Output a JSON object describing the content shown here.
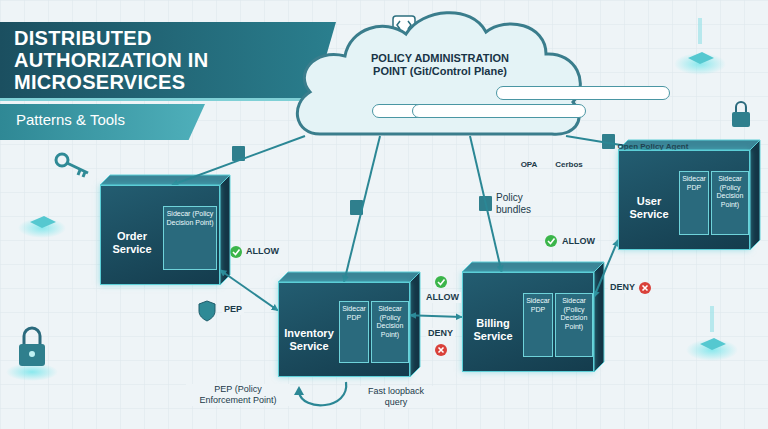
{
  "diagram": {
    "title": "DISTRIBUTED AUTHORIZATION IN MICROSERVICES",
    "nodes": [
      {
        "text": [
          "Patterns & Tools"
        ]
      },
      {
        "text": [
          "POLICY ADMINISTRATION POINT (Git/Control Plane)"
        ]
      },
      {
        "text": [
          "Open Policy Agent"
        ],
        "in": 1
      },
      {
        "text": [
          "OPA"
        ],
        "in": 1
      },
      {
        "text": [
          "Cerbos"
        ],
        "in": 1
      },
      {
        "text": [
          "Order Service"
        ]
      },
      {
        "text": [
          "Sidecar (Policy Decision Point)"
        ],
        "in": 5
      },
      {
        "text": [
          "Inventory Service"
        ]
      },
      {
        "text": [
          "Sidecar PDP"
        ],
        "in": 7
      },
      {
        "text": [
          "Sidecar (Policy Decision Point)"
        ],
        "in": 7
      },
      {
        "text": [
          "Billing Service"
        ]
      },
      {
        "text": [
          "Sidecar PDP"
        ],
        "in": 10
      },
      {
        "text": [
          "Sidecar (Policy Decision Point)"
        ],
        "in": 10
      },
      {
        "text": [
          "User Service"
        ]
      },
      {
        "text": [
          "Sidecar PDP"
        ],
        "in": 13
      },
      {
        "text": [
          "Sidecar (Policy Decision Point)"
        ],
        "in": 13
      }
    ],
    "edges": [
      {
        "from": 1,
        "to": 5,
        "arrow": "to"
      },
      {
        "from": 1,
        "to": 7,
        "arrow": "to"
      },
      {
        "from": 1,
        "to": 10,
        "label": "Policy bundles",
        "arrow": "to"
      },
      {
        "from": 1,
        "to": 13,
        "arrow": "to"
      },
      {
        "from": 5,
        "to": 7,
        "label": "ALLOW",
        "arrow": "both"
      },
      {
        "from": 7,
        "to": 10,
        "label": "ALLOW",
        "arrow": "both"
      },
      {
        "from": 10,
        "to": 13,
        "label": "ALLOW",
        "arrow": "both"
      }
    ],
    "labels": [
      "PEP",
      "DENY",
      "DENY",
      "PEP (Policy Enforcement Point)",
      "Fast loopback query"
    ]
  }
}
